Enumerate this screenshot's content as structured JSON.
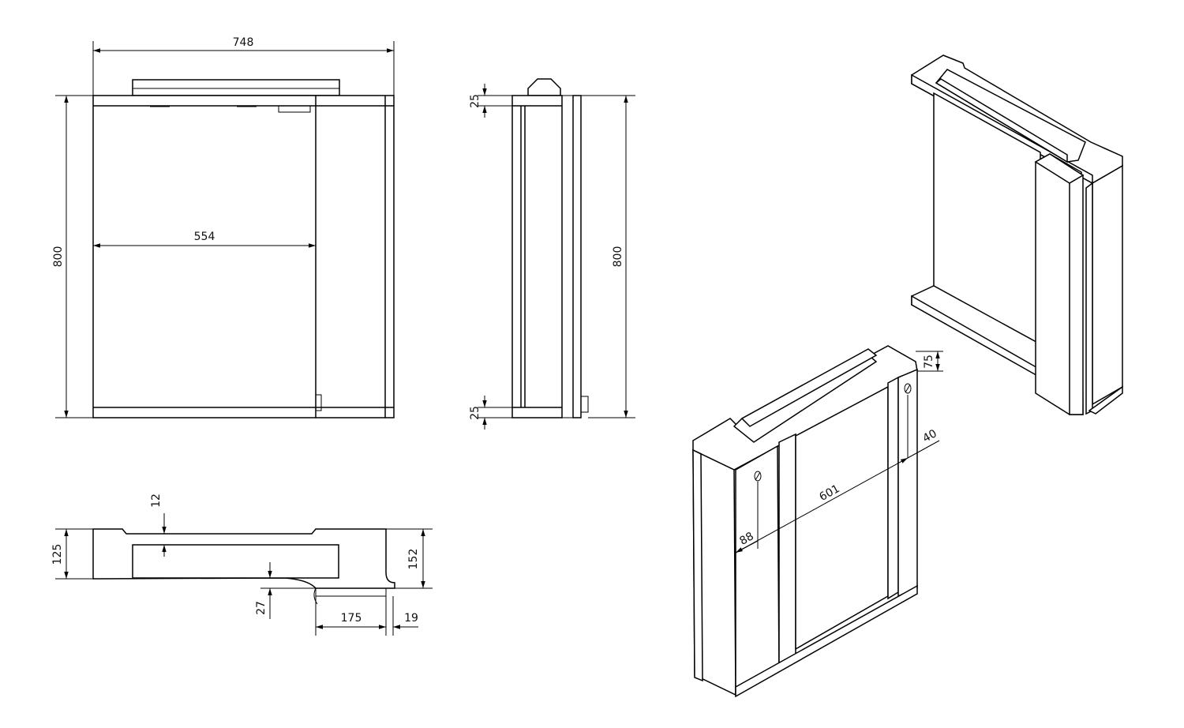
{
  "front_view": {
    "width_label": "748",
    "height_label": "800",
    "inner_width_label": "554"
  },
  "side_view": {
    "top_label": "25",
    "bottom_label": "25",
    "height_label": "800"
  },
  "top_view": {
    "depth_label": "125",
    "total_depth_label": "152",
    "offset_label": "12",
    "lower_label": "27",
    "width_label": "175",
    "edge_label": "19"
  },
  "iso_back": {
    "inner_width_label": "601",
    "top_label": "75",
    "side_label": "40",
    "left_label": "88"
  },
  "colors": {
    "stroke": "#000000",
    "mirror_dark": "#4a4a4a",
    "panel_dark": "#3a3a3a",
    "panel_mid": "#6e6e6e",
    "panel_light": "#d9d9d9",
    "panel_white": "#f2f2f2"
  }
}
